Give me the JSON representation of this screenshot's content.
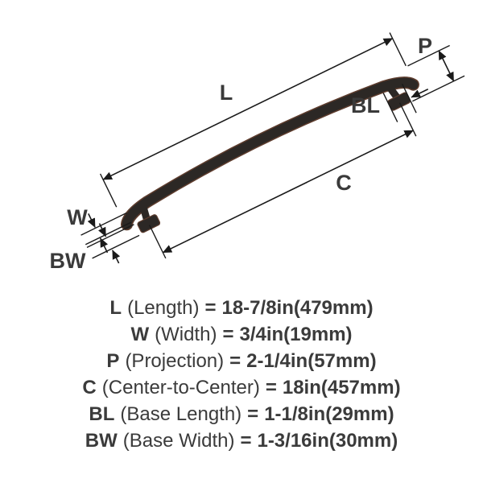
{
  "diagram": {
    "dim_labels": {
      "L": "L",
      "P": "P",
      "BL": "BL",
      "C": "C",
      "W": "W",
      "BW": "BW"
    },
    "colors": {
      "handle": "#2c2825",
      "handle_accent": "#5e3d2e",
      "dimension_lines": "#1a1a1a",
      "label_text": "#3a3a3a",
      "spec_text": "#3b3b3b"
    }
  },
  "specs": [
    {
      "code": "L",
      "name": "(Length)",
      "eq": "=",
      "value": "18-7/8in(479mm)"
    },
    {
      "code": "W",
      "name": "(Width)",
      "eq": "=",
      "value": "3/4in(19mm)"
    },
    {
      "code": "P",
      "name": "(Projection)",
      "eq": "=",
      "value": "2-1/4in(57mm)"
    },
    {
      "code": "C",
      "name": "(Center-to-Center)",
      "eq": "=",
      "value": "18in(457mm)"
    },
    {
      "code": "BL",
      "name": "(Base Length)",
      "eq": "=",
      "value": "1-1/8in(29mm)"
    },
    {
      "code": "BW",
      "name": "(Base Width)",
      "eq": "=",
      "value": "1-3/16in(30mm)"
    }
  ]
}
